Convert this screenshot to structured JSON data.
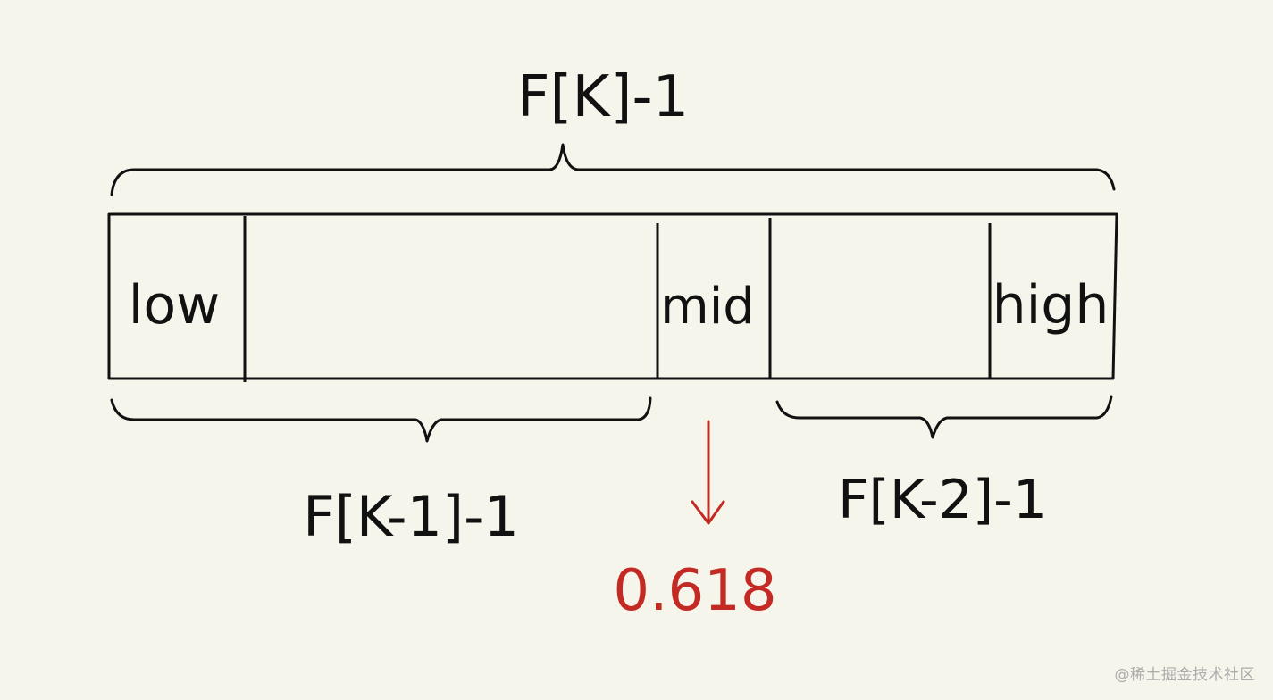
{
  "diagram": {
    "total_label": "F[K]-1",
    "cells": {
      "low": "low",
      "mid": "mid",
      "high": "high"
    },
    "left_part_label": "F[K-1]-1",
    "right_part_label": "F[K-2]-1",
    "ratio_label": "0.618"
  },
  "watermark": "@稀土掘金技术社区",
  "colors": {
    "ink": "#111111",
    "accent": "#c42a24",
    "background": "#f6f5ec"
  }
}
